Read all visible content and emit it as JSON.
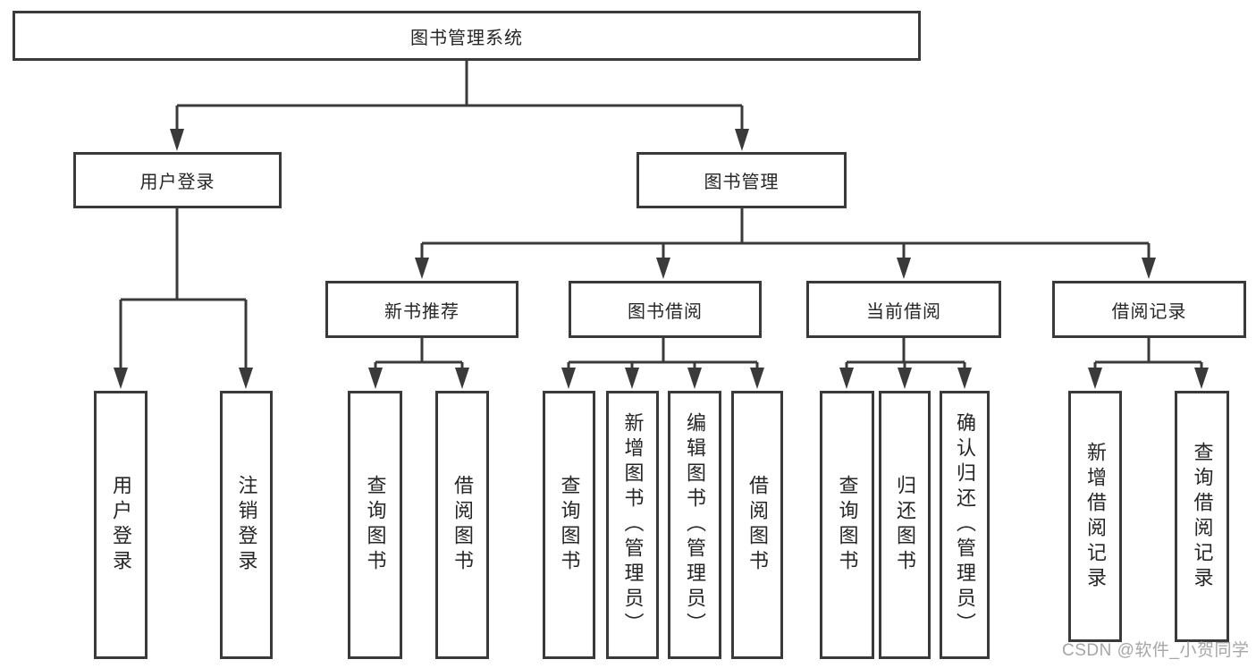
{
  "nodes": {
    "root": "图书管理系统",
    "user_login": "用户登录",
    "book_mgmt": "图书管理",
    "new_book": "新书推荐",
    "borrow": "图书借阅",
    "current": "当前借阅",
    "record": "借阅记录",
    "ul_login": "用户登录",
    "ul_logout": "注销登录",
    "nb_query": "查询图书",
    "nb_borrow": "借阅图书",
    "bw_query": "查询图书",
    "bw_add": "新增图书（管理员）",
    "bw_edit": "编辑图书（管理员）",
    "bw_borrow": "借阅图书",
    "cb_query": "查询图书",
    "cb_return": "归还图书",
    "cb_confirm": "确认归还（管理员）",
    "rc_add": "新增借阅记录",
    "rc_query": "查询借阅记录"
  },
  "watermark": "CSDN @软件_小贺同学",
  "colors": {
    "line": "#3a3a3a",
    "text": "#262626",
    "watermark_text": "#a6a6a6",
    "background": "#ffffff"
  }
}
